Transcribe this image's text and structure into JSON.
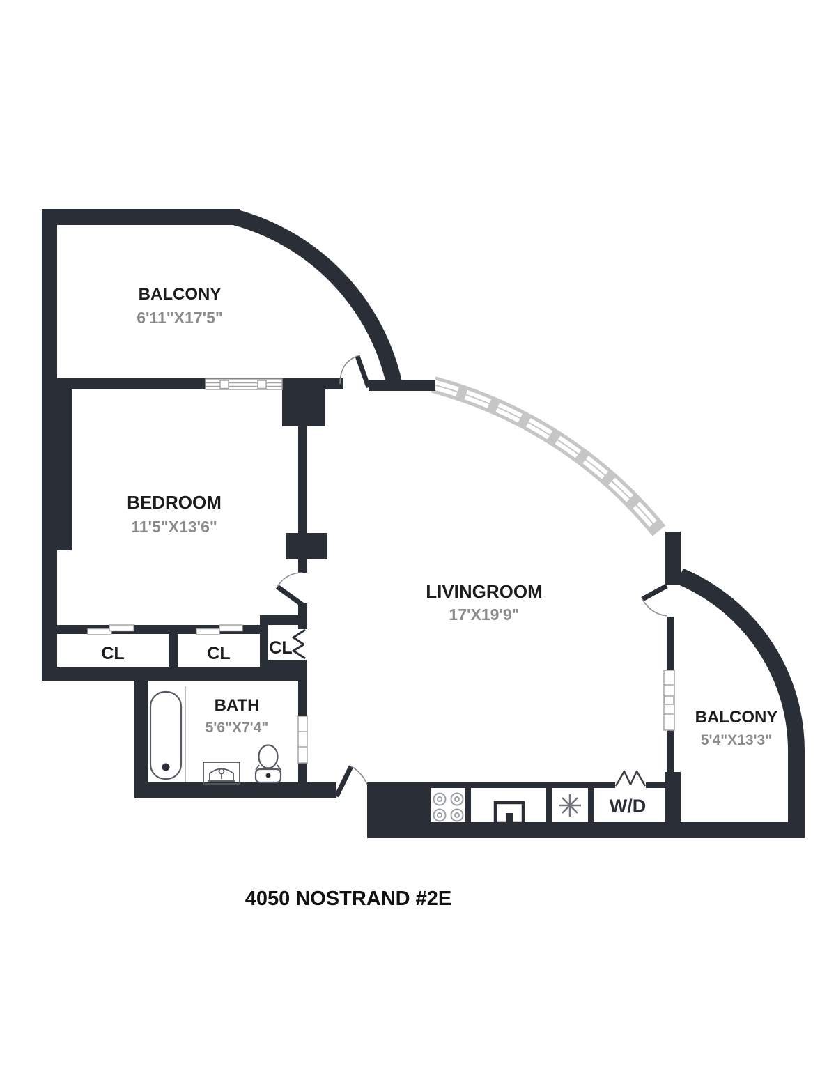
{
  "floorplan": {
    "title": "4050 NOSTRAND #2E",
    "colors": {
      "wall": "#2a2f37",
      "room_text": "#1c1c1c",
      "dim_text": "#8b8b8b",
      "window_wall": "#c6c6c6",
      "background": "#ffffff"
    },
    "rooms": {
      "balcony_top": {
        "name": "BALCONY",
        "dims": "6'11\"X17'5\""
      },
      "bedroom": {
        "name": "BEDROOM",
        "dims": "11'5\"X13'6\""
      },
      "livingroom": {
        "name": "LIVINGROOM",
        "dims": "17'X19'9\""
      },
      "bath": {
        "name": "BATH",
        "dims": "5'6\"X7'4\""
      },
      "balcony_right": {
        "name": "BALCONY",
        "dims": "5'4\"X13'3\""
      },
      "closet_1": {
        "name": "CL"
      },
      "closet_2": {
        "name": "CL"
      },
      "closet_3": {
        "name": "CL"
      }
    },
    "appliances": {
      "washer_dryer": {
        "label": "W/D"
      }
    }
  }
}
